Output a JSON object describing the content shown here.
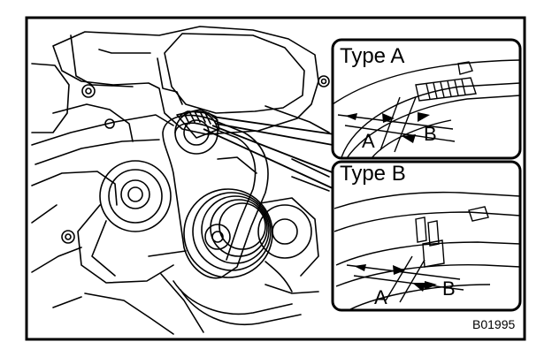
{
  "callouts": {
    "type_a": {
      "title": "Type A",
      "dim_a": "A",
      "dim_b": "B"
    },
    "type_b": {
      "title": "Type B",
      "dim_a": "A",
      "dim_b": "B"
    }
  },
  "figure_code": "B01995"
}
